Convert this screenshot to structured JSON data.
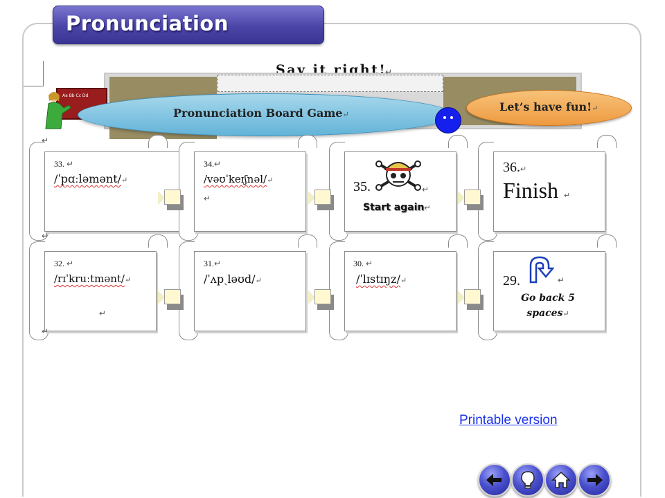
{
  "header": {
    "title": "Pronunciation"
  },
  "subtitle": "Say it right!",
  "banner": {
    "game_title": "Pronunciation Board Game",
    "fun_text": "Let’s have fun!"
  },
  "paragraph_mark": "↵",
  "cards": {
    "c33": {
      "number": "33.",
      "ipa": "/ˈpɑːləmənt/"
    },
    "c34": {
      "number": "34.",
      "ipa": "/vəʊˈkeɪʃnəl/"
    },
    "c35": {
      "number": "35.",
      "action": "Start again"
    },
    "c36": {
      "number": "36.",
      "label": "Finish"
    },
    "c32": {
      "number": "32.",
      "ipa": "/rɪˈkruːtmənt/"
    },
    "c31": {
      "number": "31.",
      "ipa": "/ˈʌpˎləʊd/"
    },
    "c30": {
      "number": "30.",
      "ipa": "/ˈlɪstɪŋz/"
    },
    "c29": {
      "number": "29.",
      "action_line1": "Go back 5",
      "action_line2": "spaces"
    }
  },
  "links": {
    "printable": "Printable version"
  },
  "nav": {
    "icons": [
      "back-arrow-icon",
      "lightbulb-icon",
      "home-icon",
      "forward-arrow-icon"
    ]
  },
  "colors": {
    "title_tab": "#4b45a8",
    "board_ellipse": "#63b3d8",
    "fun_ellipse": "#ee9a40",
    "smiley": "#1520ee",
    "link": "#1a31e6",
    "banner_olive": "#978c62"
  }
}
